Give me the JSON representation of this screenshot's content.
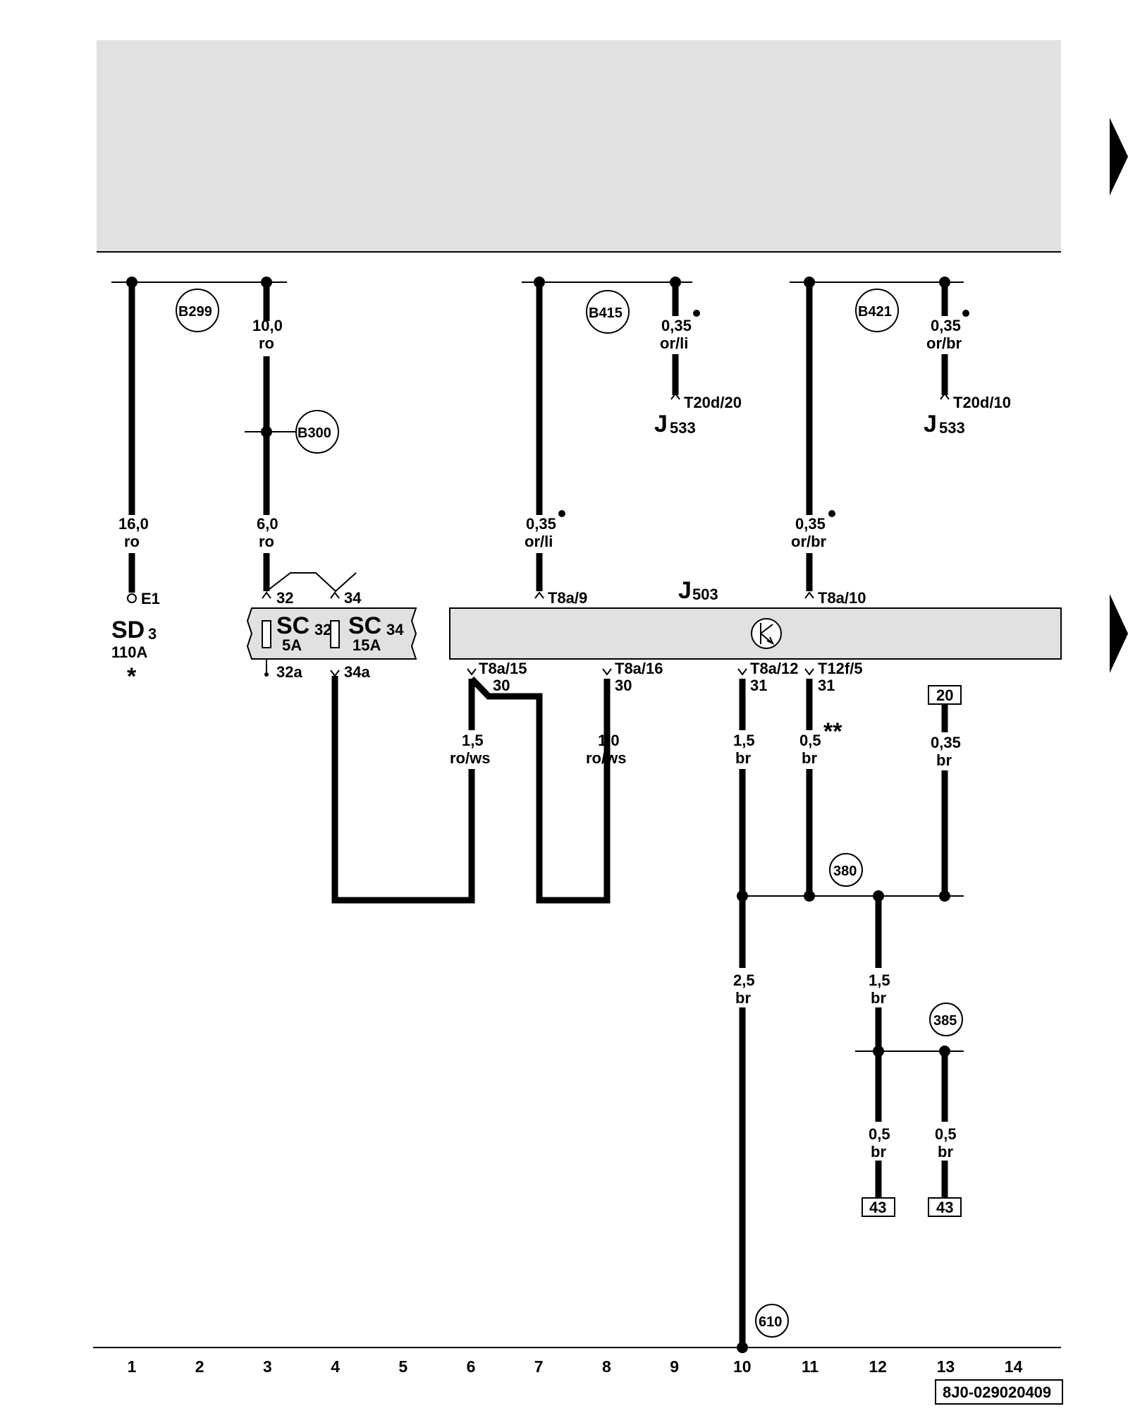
{
  "diagram_code": "8J0-029020409",
  "column_numbers": [
    "1",
    "2",
    "3",
    "4",
    "5",
    "6",
    "7",
    "8",
    "9",
    "10",
    "11",
    "12",
    "13",
    "14"
  ],
  "connection_points": {
    "B299": "B299",
    "B300": "B300",
    "B415": "B415",
    "B421": "B421",
    "g380": "380",
    "g385": "385",
    "g610": "610"
  },
  "components": {
    "sd_main": "SD",
    "sd_sub": "3",
    "sd_rating": "110A",
    "sd_star": "*",
    "sd_terminal": "E1",
    "sc32_main": "SC",
    "sc32_sub": "32",
    "sc32_rating": "5A",
    "sc34_main": "SC",
    "sc34_sub": "34",
    "sc34_rating": "15A",
    "j503_main": "J",
    "j503_sub": "503",
    "j533a_main": "J",
    "j533a_sub": "533",
    "j533b_main": "J",
    "j533b_sub": "533"
  },
  "pins": {
    "p32": "32",
    "p34": "34",
    "p32a": "32a",
    "p34a": "34a",
    "t8a9": "T8a/9",
    "t8a10": "T8a/10",
    "t8a15": "T8a/15",
    "t8a15_term": "30",
    "t8a16": "T8a/16",
    "t8a16_term": "30",
    "t8a12": "T8a/12",
    "t8a12_term": "31",
    "t12f5": "T12f/5",
    "t12f5_term": "31",
    "t20d20": "T20d/20",
    "t20d10": "T20d/10",
    "ref20": "20",
    "ref43a": "43",
    "ref43b": "43"
  },
  "wires": {
    "w1_size": "16,0",
    "w1_color": "ro",
    "w3a_size": "10,0",
    "w3a_color": "ro",
    "w3b_size": "6,0",
    "w3b_color": "ro",
    "w7_size": "0,35",
    "w7_color": "or/li",
    "w9_size": "0,35",
    "w9_color": "or/li",
    "w11_size": "0,35",
    "w11_color": "or/br",
    "w13_size": "0,35",
    "w13_color": "or/br",
    "w6_size": "1,5",
    "w6_color": "ro/ws",
    "w8_size": "1,0",
    "w8_color": "ro/ws",
    "w10a_size": "1,5",
    "w10a_color": "br",
    "w11b_size": "0,5",
    "w11b_color": "br",
    "w11b_note": "**",
    "w13b_size": "0,35",
    "w13b_color": "br",
    "w10b_size": "2,5",
    "w10b_color": "br",
    "w12a_size": "1,5",
    "w12a_color": "br",
    "w12b_size": "0,5",
    "w12b_color": "br",
    "w13c_size": "0,5",
    "w13c_color": "br"
  }
}
